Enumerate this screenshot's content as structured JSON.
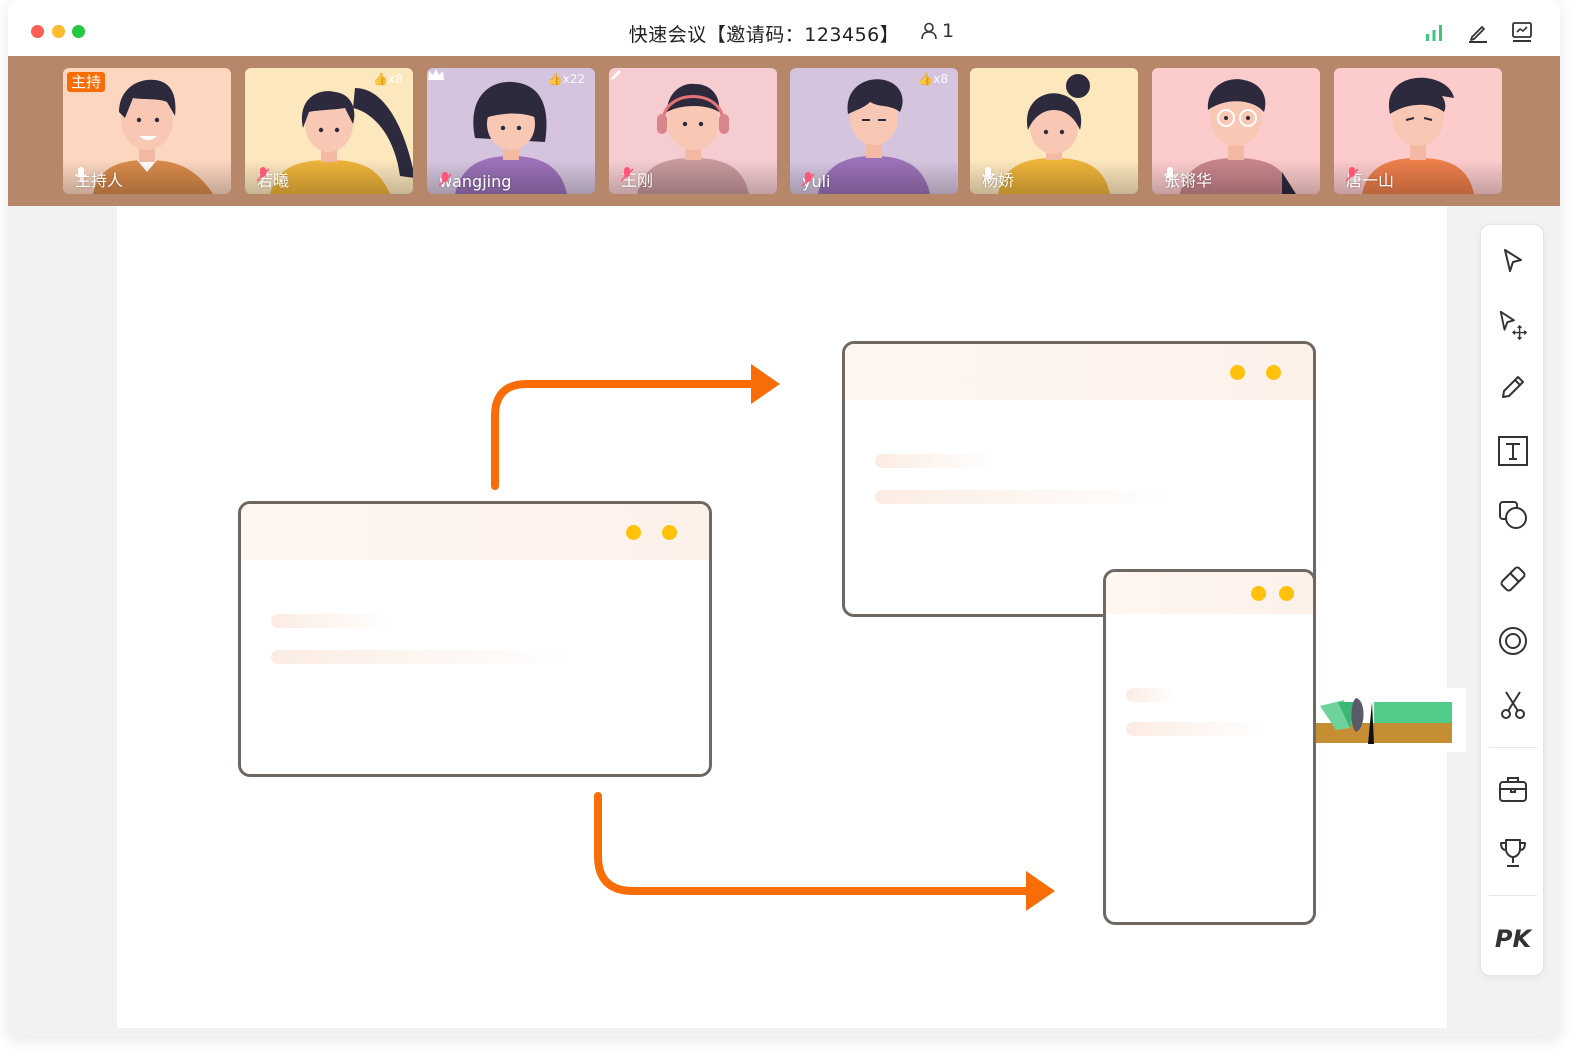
{
  "window": {
    "title": "快速会议【邀请码：123456】",
    "participant_count": "1"
  },
  "participants": [
    {
      "name": "主持人",
      "role_badge": "主持",
      "like": "",
      "mic": "on",
      "bg": "#fcd6bf"
    },
    {
      "name": "若曦",
      "role_badge": "",
      "like": "x8",
      "mic": "muted",
      "bg": "#fde7bd"
    },
    {
      "name": "wangjing",
      "role_badge": "",
      "like": "x22",
      "mic": "muted",
      "bg": "#d5c4de"
    },
    {
      "name": "王刚",
      "role_badge": "",
      "like": "",
      "mic": "muted",
      "bg": "#f5cdd1"
    },
    {
      "name": "yuli",
      "role_badge": "",
      "like": "x8",
      "mic": "muted",
      "bg": "#d5c4de"
    },
    {
      "name": "杨娇",
      "role_badge": "",
      "like": "",
      "mic": "on",
      "bg": "#fde7bd"
    },
    {
      "name": "张锵华",
      "role_badge": "",
      "like": "",
      "mic": "on",
      "bg": "#fccbcc"
    },
    {
      "name": "唐一山",
      "role_badge": "",
      "like": "",
      "mic": "muted",
      "bg": "#fccbcc"
    }
  ],
  "toolbar": {
    "tools": [
      "select-tool",
      "move-select-tool",
      "pencil-tool",
      "text-tool",
      "shape-tool",
      "eraser-tool",
      "laser-pointer-tool",
      "scissors-tool",
      "toolbox-tool",
      "trophy-tool"
    ],
    "pk_label": "PK"
  },
  "colors": {
    "accent": "#f86d08",
    "strip_bg": "#b68769",
    "window_dot": "#ffc10a",
    "signal_green": "#3cc77a"
  }
}
